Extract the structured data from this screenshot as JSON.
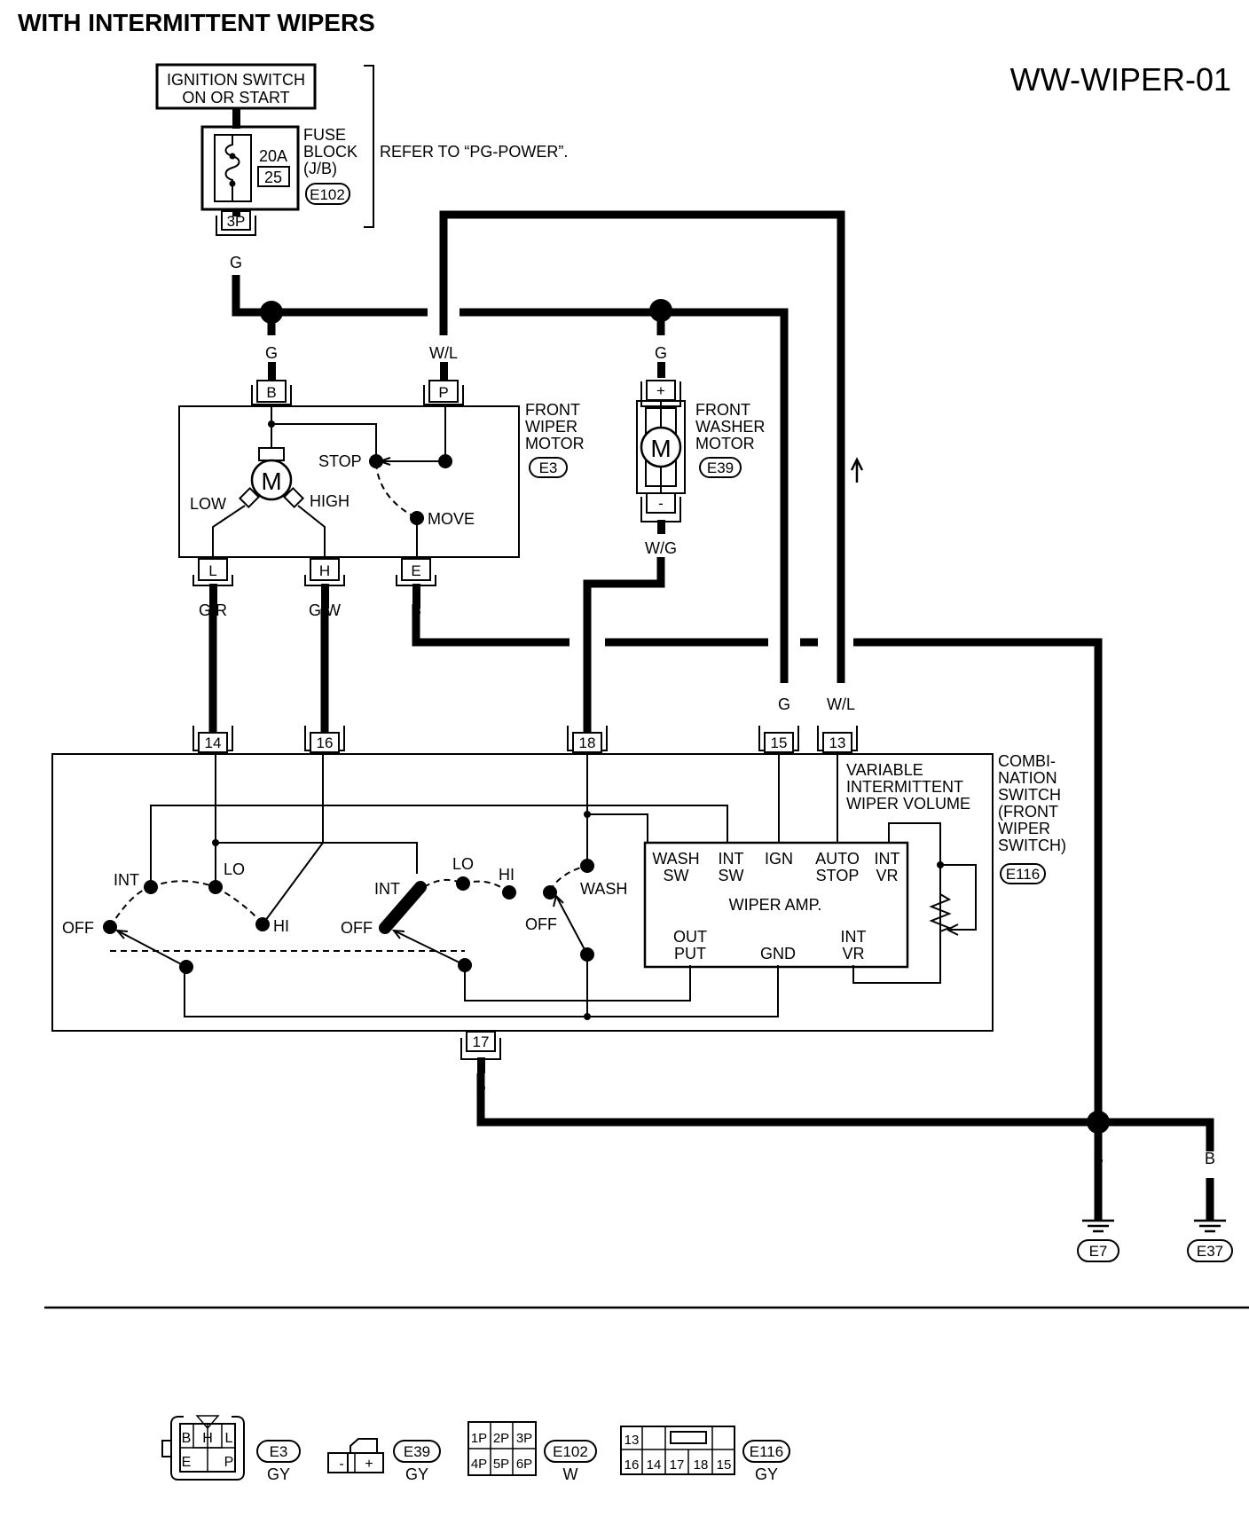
{
  "header": {
    "title": "WITH INTERMITTENT WIPERS",
    "diagram_code": "WW-WIPER-01"
  },
  "power": {
    "ignition_line1": "IGNITION SWITCH",
    "ignition_line2": "ON OR START",
    "fuse_amp": "20A",
    "fuse_no": "25",
    "fuse_label1": "FUSE",
    "fuse_label2": "BLOCK",
    "fuse_label3": "(J/B)",
    "fuse_connector": "E102",
    "fuse_terminal": "3P",
    "refer_text": "REFER TO “PG-POWER”."
  },
  "wire_colors": {
    "g": "G",
    "wl": "W/L",
    "wg": "W/G",
    "gr": "G/R",
    "gw": "G/W",
    "b": "B"
  },
  "wiper_motor": {
    "label1": "FRONT",
    "label2": "WIPER",
    "label3": "MOTOR",
    "connector": "E3",
    "motor_symbol": "M",
    "stop": "STOP",
    "move": "MOVE",
    "low": "LOW",
    "high": "HIGH",
    "terminals": {
      "b": "B",
      "p": "P",
      "l": "L",
      "h": "H",
      "e": "E"
    }
  },
  "washer_motor": {
    "label1": "FRONT",
    "label2": "WASHER",
    "label3": "MOTOR",
    "connector": "E39",
    "motor_symbol": "M",
    "plus": "+",
    "minus": "-"
  },
  "combination_switch": {
    "label1": "COMBI-",
    "label2": "NATION",
    "label3": "SWITCH",
    "label4": "(FRONT",
    "label5": "WIPER",
    "label6": "SWITCH)",
    "connector": "E116",
    "pins": {
      "p14": "14",
      "p16": "16",
      "p18": "18",
      "p15": "15",
      "p13": "13",
      "p17": "17"
    },
    "vr_line1": "VARIABLE",
    "vr_line2": "INTERMITTENT",
    "vr_line3": "WIPER VOLUME",
    "int": "INT",
    "lo": "LO",
    "hi": "HI",
    "off": "OFF",
    "wash": "WASH",
    "amp": {
      "title": "WIPER AMP.",
      "wash1": "WASH",
      "wash2": "SW",
      "int1": "INT",
      "int2": "SW",
      "ign": "IGN",
      "auto1": "AUTO",
      "auto2": "STOP",
      "intvr1": "INT",
      "intvr2": "VR",
      "out1": "OUT",
      "out2": "PUT",
      "gnd": "GND",
      "vr1": "INT",
      "vr2": "VR"
    }
  },
  "grounds": {
    "e7": "E7",
    "e37": "E37"
  },
  "connectors_legend": {
    "e3": {
      "code": "E3",
      "color": "GY",
      "cells": [
        "B",
        "H",
        "L",
        "E",
        "P"
      ]
    },
    "e39": {
      "code": "E39",
      "color": "GY",
      "cells": [
        "-",
        "+"
      ]
    },
    "e102": {
      "code": "E102",
      "color": "W",
      "cells": [
        "1P",
        "2P",
        "3P",
        "4P",
        "5P",
        "6P"
      ]
    },
    "e116": {
      "code": "E116",
      "color": "GY",
      "cells": [
        "13",
        "16",
        "14",
        "17",
        "18",
        "15"
      ]
    }
  }
}
